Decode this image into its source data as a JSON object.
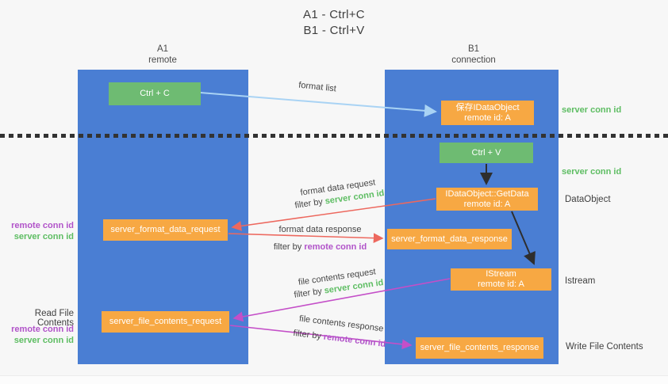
{
  "title": {
    "line1": "A1 - Ctrl+C",
    "line2": "B1 - Ctrl+V"
  },
  "columns": {
    "left": {
      "name": "A1",
      "role": "remote"
    },
    "right": {
      "name": "B1",
      "role": "connection"
    }
  },
  "nodes": {
    "ctrl_c": {
      "label": "Ctrl + C"
    },
    "ctrl_v": {
      "label": "Ctrl + V"
    },
    "save_dataobject": {
      "line1": "保存IDataObject",
      "line2": "remote id: A"
    },
    "getdata": {
      "line1": "IDataObject::GetData",
      "line2": "remote id: A"
    },
    "istream": {
      "line1": "IStream",
      "line2": "remote id: A"
    },
    "format_request": {
      "label": "server_format_data_request"
    },
    "format_response": {
      "label": "server_format_data_response"
    },
    "file_request": {
      "label": "server_file_contents_request"
    },
    "file_response": {
      "label": "server_file_contents_response"
    }
  },
  "edge_labels": {
    "format_list": "format list",
    "format_request": {
      "line1": "format data request",
      "prefix": "filter by ",
      "key": "server conn id"
    },
    "format_response": {
      "line1": "format data response",
      "prefix": "filter by ",
      "key": "remote conn id"
    },
    "file_request": {
      "line1": "file contents request",
      "prefix": "filter by ",
      "key": "server conn id"
    },
    "file_response": {
      "line1": "file contents response",
      "prefix": "filter by ",
      "key": "remote conn id"
    }
  },
  "side_labels": {
    "server_conn_top": "server conn id",
    "server_conn_ctrlv": "server conn id",
    "dataobject": "DataObject",
    "istream": "Istream",
    "write_file": "Write File Contents",
    "read_file": "Read File Contents",
    "format_remote_conn": "remote conn id",
    "format_server_conn": "server conn id",
    "file_remote_conn": "remote conn id",
    "file_server_conn": "server conn id"
  },
  "colors": {
    "column-blue": "#4a7ed3",
    "box-green": "#6ebb72",
    "box-orange": "#f7a843",
    "arrow-red": "#ed685e",
    "arrow-magenta": "#c44fc8",
    "arrow-lightblue": "#a9d3f4",
    "arrow-black": "#2e2e2e",
    "text-green": "#5dbd62",
    "text-purple": "#b153c9",
    "text-dark": "#3f3f3f"
  }
}
